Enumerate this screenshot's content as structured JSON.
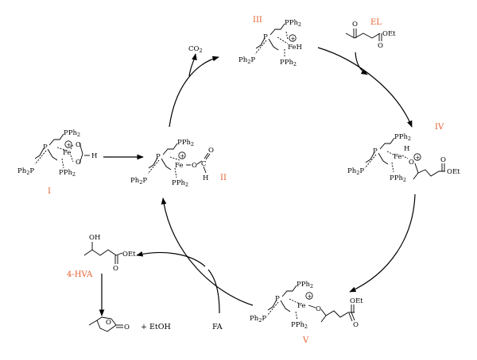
{
  "labels": {
    "I": "I",
    "II": "II",
    "III": "III",
    "IV": "IV",
    "V": "V",
    "EL": "EL",
    "HVA": "4-HVA",
    "FA": "FA"
  },
  "chem": {
    "PPh2": "PPh",
    "Ph2P": "Ph",
    "sub2": "2",
    "P": "P",
    "Fe": "Fe",
    "FeH": "FeH",
    "H": "H",
    "O": "O",
    "C": "C",
    "OEt": "OEt",
    "OH": "OH",
    "CO2": "CO",
    "EtOH": "+ EtOH",
    "plus": "+"
  },
  "colors": {
    "accent": "#e2602f",
    "ink": "#000000"
  }
}
